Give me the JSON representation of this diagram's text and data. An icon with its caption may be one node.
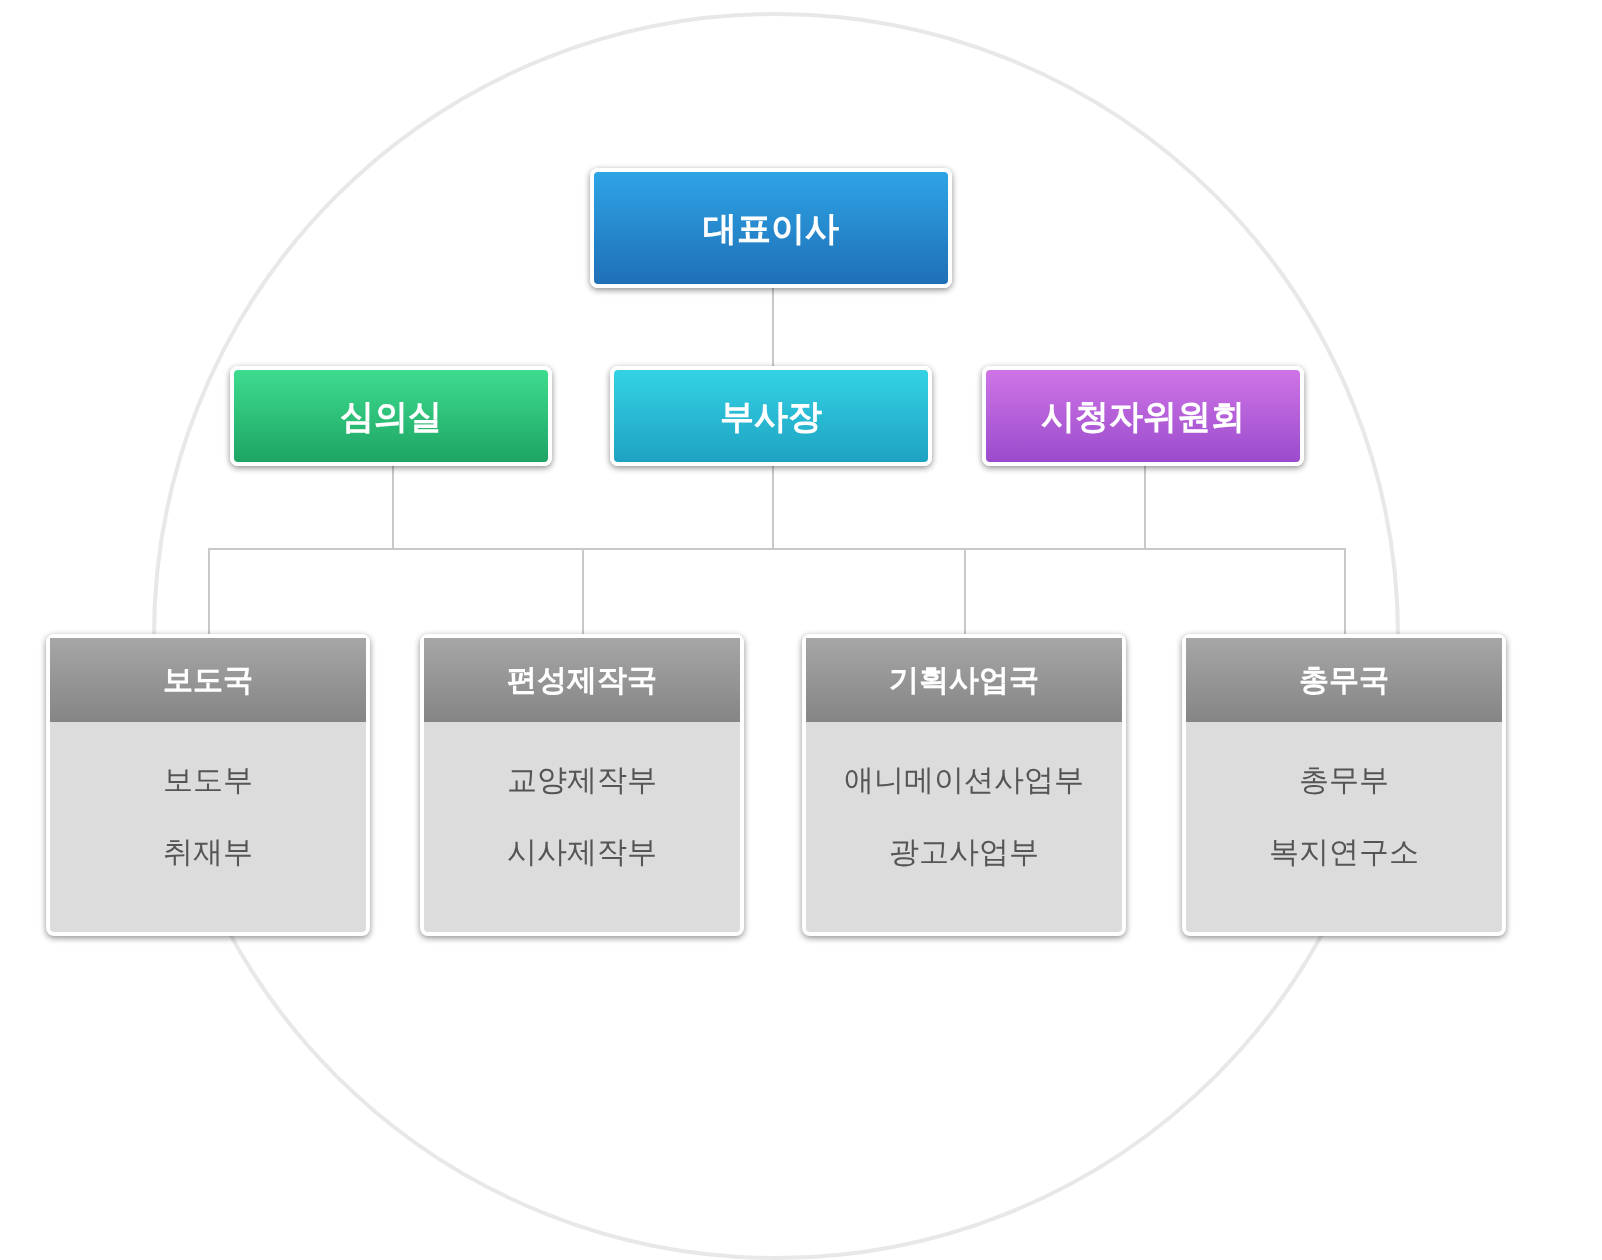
{
  "diagram": {
    "nodes": [
      {
        "text": [
          "대표이사"
        ]
      },
      {
        "text": [
          "심의실"
        ]
      },
      {
        "text": [
          "부사장"
        ]
      },
      {
        "text": [
          "시청자위원회"
        ]
      },
      {
        "text": [
          "보도국",
          "보도부",
          "취재부"
        ]
      },
      {
        "text": [
          "편성제작국",
          "교양제작부",
          "시사제작부"
        ]
      },
      {
        "text": [
          "기획사업국",
          "애니메이션사업부",
          "광고사업부"
        ]
      },
      {
        "text": [
          "총무국",
          "총무부",
          "복지연구소"
        ]
      }
    ],
    "edges": [
      {
        "from": 0,
        "to": 2,
        "arrow": "none"
      },
      {
        "from": 1,
        "to": 4,
        "arrow": "none"
      },
      {
        "from": 1,
        "to": 5,
        "arrow": "none"
      },
      {
        "from": 1,
        "to": 6,
        "arrow": "none"
      },
      {
        "from": 1,
        "to": 7,
        "arrow": "none"
      },
      {
        "from": 2,
        "to": 4,
        "arrow": "none"
      },
      {
        "from": 2,
        "to": 5,
        "arrow": "none"
      },
      {
        "from": 2,
        "to": 6,
        "arrow": "none"
      },
      {
        "from": 2,
        "to": 7,
        "arrow": "none"
      },
      {
        "from": 3,
        "to": 4,
        "arrow": "none"
      },
      {
        "from": 3,
        "to": 5,
        "arrow": "none"
      },
      {
        "from": 3,
        "to": 6,
        "arrow": "none"
      },
      {
        "from": 3,
        "to": 7,
        "arrow": "none"
      }
    ]
  }
}
